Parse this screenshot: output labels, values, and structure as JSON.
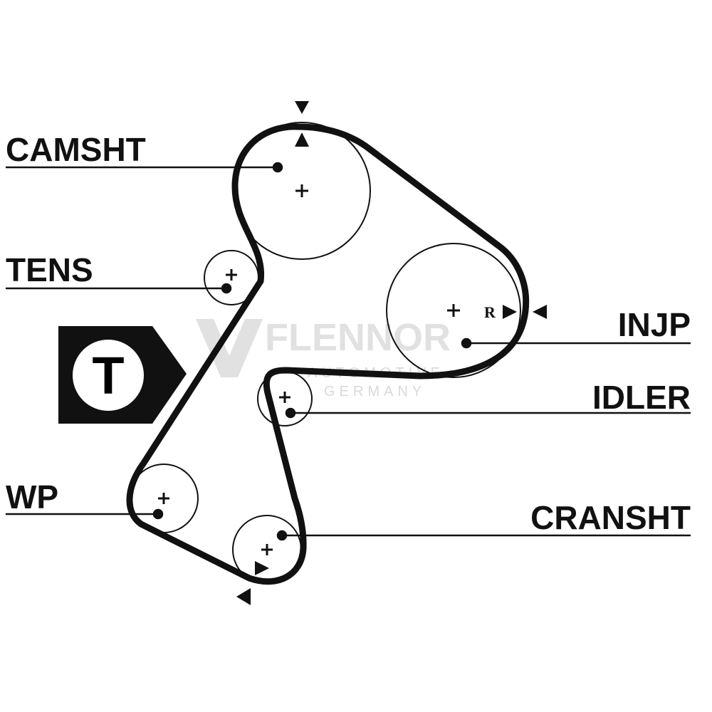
{
  "labels": {
    "camshaft": "CAMSHT",
    "tensioner": "TENS",
    "injection_pump": "INJP",
    "idler": "IDLER",
    "water_pump": "WP",
    "crankshaft": "CRANSHT"
  },
  "badge": {
    "letter": "T"
  },
  "injection_pump_mark": "R",
  "watermark": {
    "brand": "FLENNOR",
    "line1": "AUTOMOTIVE",
    "line2": "GERMANY"
  },
  "colors": {
    "ink": "#111111",
    "watermark": "#c9c9c9"
  }
}
